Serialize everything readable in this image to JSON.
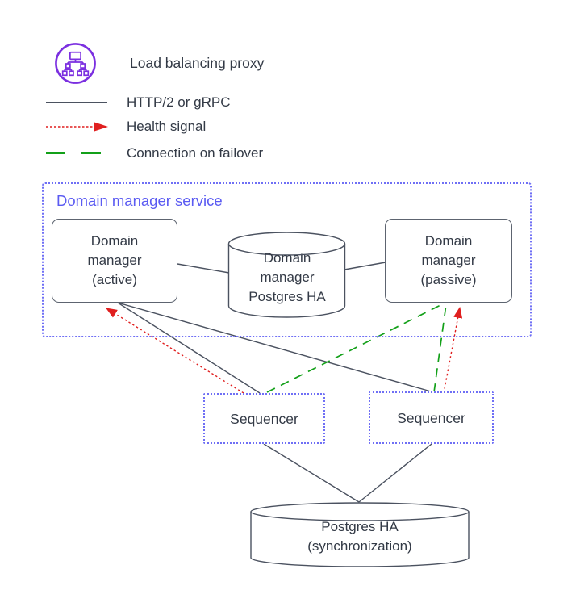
{
  "colors": {
    "line": "#4b5260",
    "border": "#5d6470",
    "text": "#333a46",
    "red": "#e01f1f",
    "green": "#13a019",
    "blue": "#5b5bf2",
    "dot": "#6f6ff5",
    "purple": "#7b2fe0"
  },
  "legend": {
    "proxy_label": "Load balancing proxy",
    "http_label": "HTTP/2 or gRPC",
    "health_label": "Health signal",
    "failover_label": "Connection on failover"
  },
  "service_group": {
    "label": "Domain manager service"
  },
  "nodes": {
    "dm_active": {
      "label": "Domain\nmanager\n(active)"
    },
    "dm_postgres": {
      "label": "Domain\nmanager\nPostgres HA"
    },
    "dm_passive": {
      "label": "Domain\nmanager\n(passive)"
    },
    "sequencer_left": {
      "label": "Sequencer"
    },
    "sequencer_right": {
      "label": "Sequencer"
    },
    "postgres_sync": {
      "label": "Postgres HA\n(synchronization)"
    }
  }
}
